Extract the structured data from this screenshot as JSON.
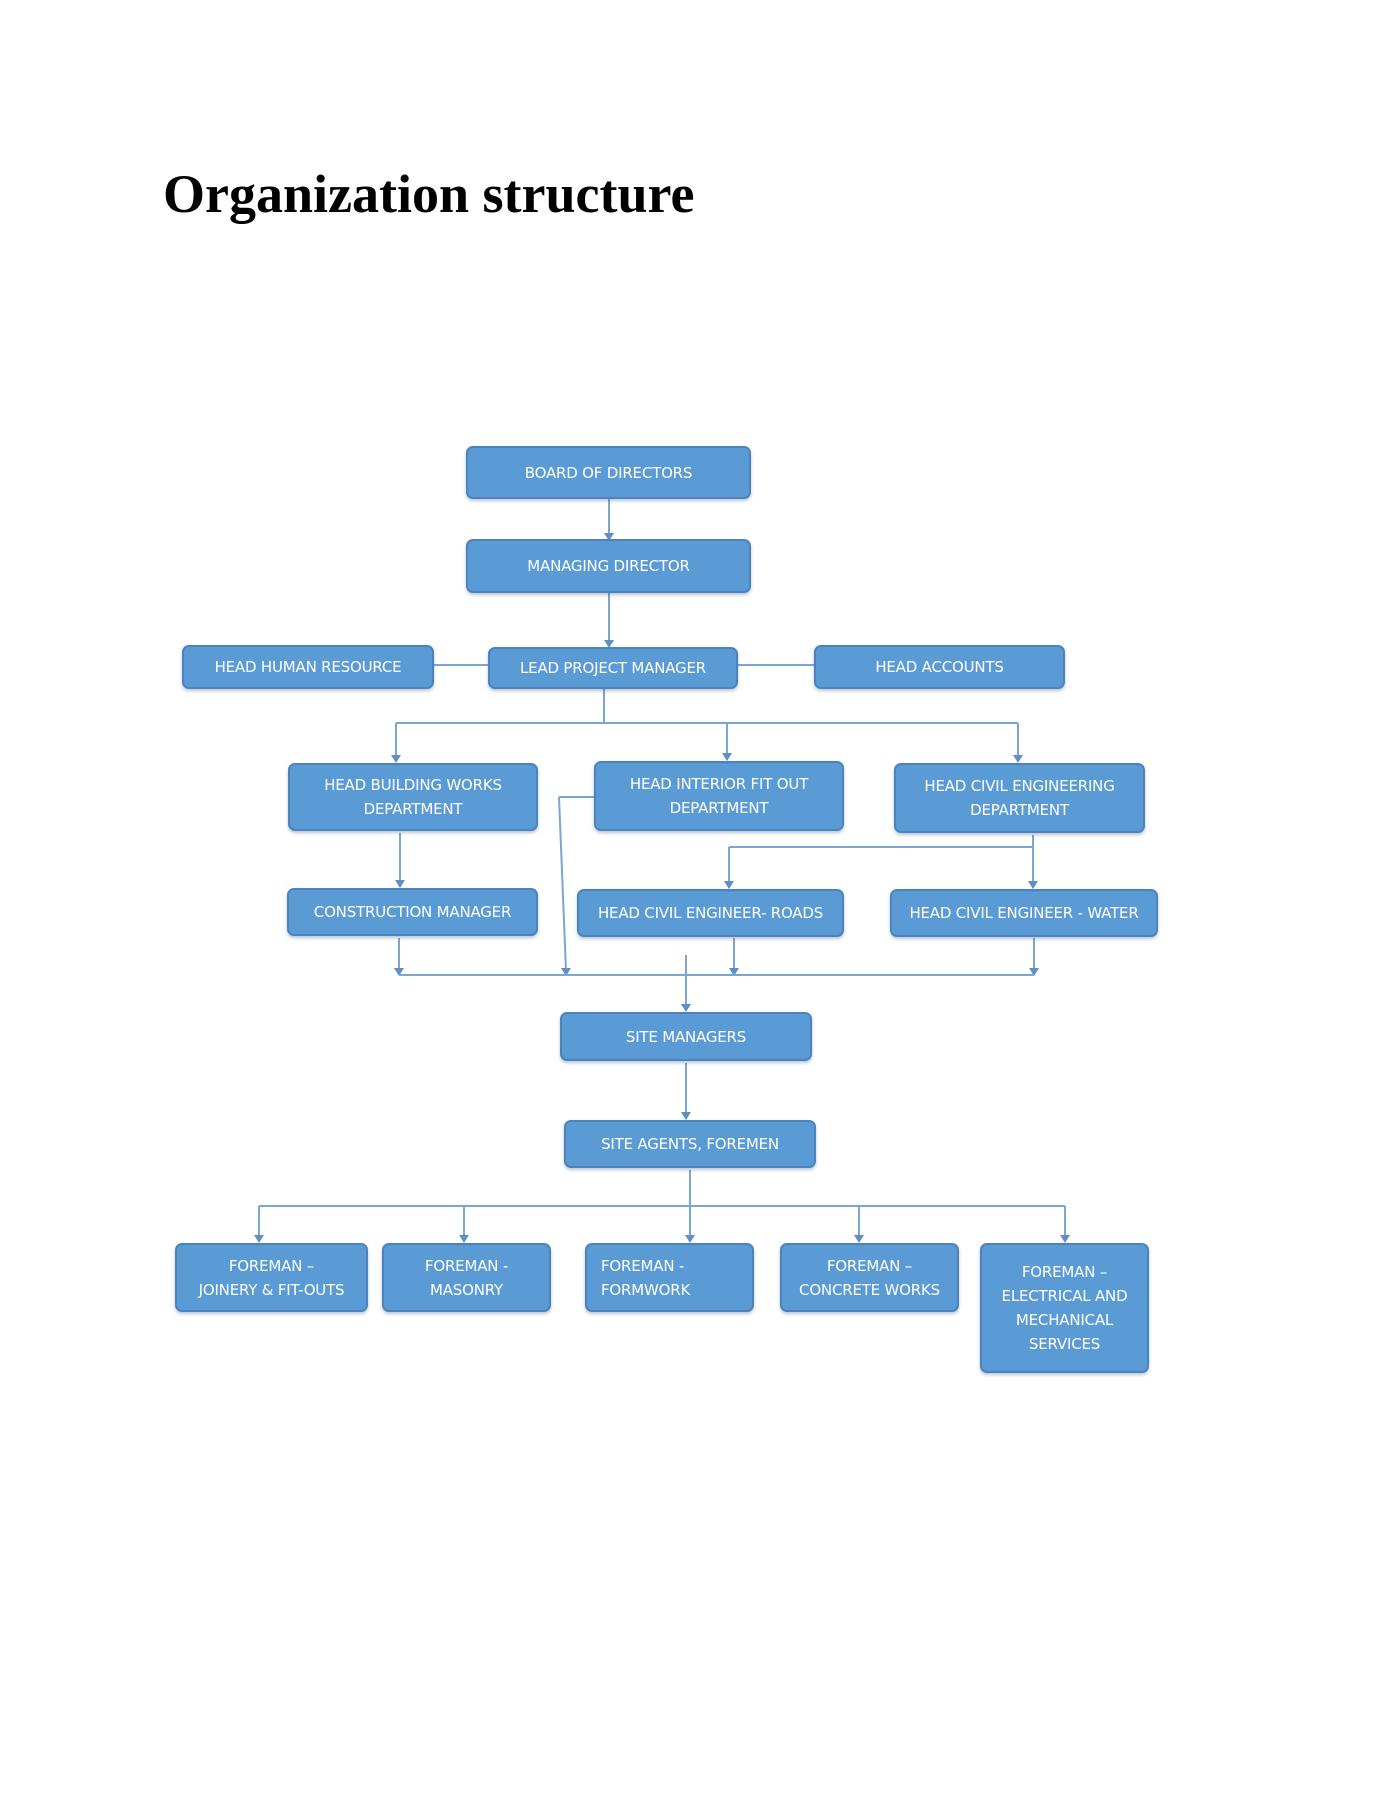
{
  "title": "Organization structure",
  "colors": {
    "node_fill": "#5b9bd5",
    "node_border": "#4a83bd",
    "node_text": "#ffffff",
    "connector": "#7aa6d3"
  },
  "nodes": {
    "board": "BOARD OF DIRECTORS",
    "managing_director": "MANAGING DIRECTOR",
    "head_hr": "HEAD HUMAN RESOURCE",
    "lead_pm": "LEAD PROJECT MANAGER",
    "head_accounts": "HEAD ACCOUNTS",
    "head_building": "HEAD BUILDING WORKS\nDEPARTMENT",
    "head_interior": "HEAD INTERIOR FIT OUT\nDEPARTMENT",
    "head_civil": "HEAD CIVIL ENGINEERING\nDEPARTMENT",
    "construction_manager": "CONSTRUCTION MANAGER",
    "civil_roads": "HEAD CIVIL ENGINEER- ROADS",
    "civil_water": "HEAD CIVIL ENGINEER - WATER",
    "site_managers": "SITE MANAGERS",
    "site_agents": "SITE AGENTS, FOREMEN",
    "foreman_joinery": "FOREMAN –\nJOINERY & FIT-OUTS",
    "foreman_masonry": "FOREMAN -\nMASONRY",
    "foreman_formwork": "FOREMAN -\nFORMWORK",
    "foreman_concrete": "FOREMAN –\nCONCRETE WORKS",
    "foreman_electrical": "FOREMAN –\nELECTRICAL AND\nMECHANICAL\nSERVICES"
  }
}
